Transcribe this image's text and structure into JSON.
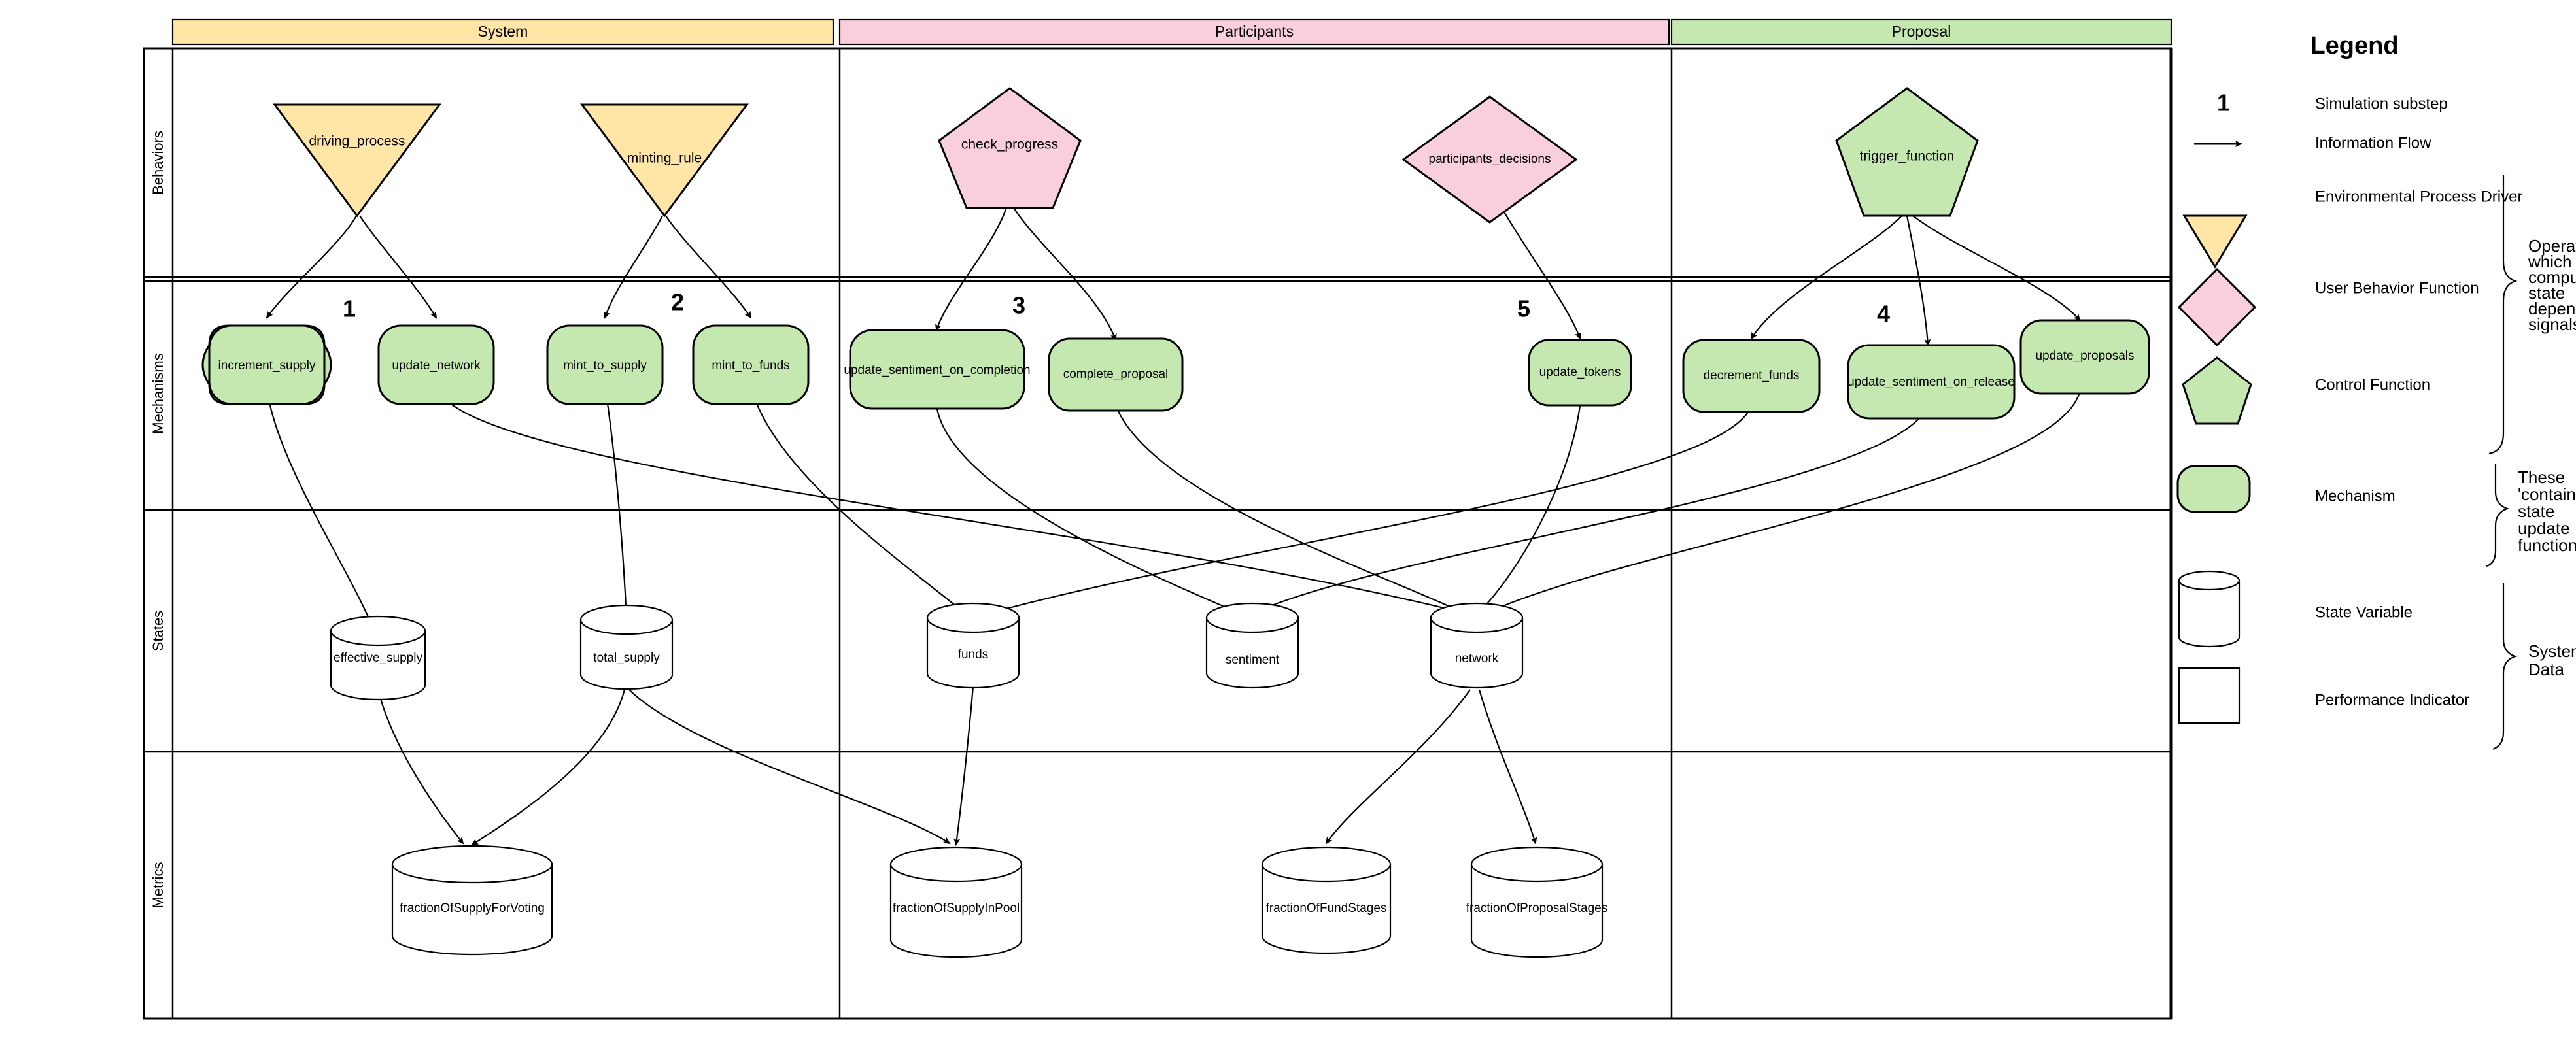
{
  "diagram": {
    "title": "Legend",
    "swimlanes": [
      {
        "id": "system",
        "label": "System",
        "color": "#ffe6a6"
      },
      {
        "id": "participants",
        "label": "Participants",
        "color": "#f9cfdd"
      },
      {
        "id": "proposal",
        "label": "Proposal",
        "color": "#c5e8b0"
      }
    ],
    "rows": [
      {
        "id": "behaviors",
        "label": "Behaviors"
      },
      {
        "id": "mechanisms",
        "label": "Mechanisms"
      },
      {
        "id": "states",
        "label": "States"
      },
      {
        "id": "metrics",
        "label": "Metrics"
      }
    ],
    "step_numbers": [
      "1",
      "2",
      "3",
      "4",
      "5"
    ],
    "behaviors": [
      {
        "name": "driving_process",
        "shape": "triangle-down",
        "lane": "system",
        "fill": "#ffe6a6"
      },
      {
        "name": "minting_rule",
        "shape": "triangle-down",
        "lane": "system",
        "fill": "#ffe6a6"
      },
      {
        "name": "check_progress",
        "shape": "pentagon",
        "lane": "participants",
        "fill": "#f9cfdd"
      },
      {
        "name": "participants_decisions",
        "shape": "diamond",
        "lane": "participants",
        "fill": "#f9cfdd"
      },
      {
        "name": "trigger_function",
        "shape": "pentagon",
        "lane": "proposal",
        "fill": "#c5e8b0"
      }
    ],
    "mechanisms": [
      {
        "name": "increment_supply",
        "lane": "system",
        "step": "1"
      },
      {
        "name": "update_network",
        "lane": "system",
        "step": "1"
      },
      {
        "name": "mint_to_supply",
        "lane": "system",
        "step": "2"
      },
      {
        "name": "mint_to_funds",
        "lane": "system",
        "step": "2"
      },
      {
        "name": "update_sentiment_on_completion",
        "lane": "participants",
        "step": "3"
      },
      {
        "name": "complete_proposal",
        "lane": "participants",
        "step": "3"
      },
      {
        "name": "update_tokens",
        "lane": "participants",
        "step": "5"
      },
      {
        "name": "decrement_funds",
        "lane": "proposal",
        "step": "4"
      },
      {
        "name": "update_sentiment_on_release",
        "lane": "proposal",
        "step": "4"
      },
      {
        "name": "update_proposals",
        "lane": "proposal",
        "step": "4"
      }
    ],
    "states": [
      {
        "name": "effective_supply",
        "lane": "system"
      },
      {
        "name": "total_supply",
        "lane": "system"
      },
      {
        "name": "funds",
        "lane": "participants"
      },
      {
        "name": "sentiment",
        "lane": "participants"
      },
      {
        "name": "network",
        "lane": "participants"
      }
    ],
    "metrics": [
      {
        "name": "fractionOfSupplyForVoting",
        "lane": "system"
      },
      {
        "name": "fractionOfSupplyInPool",
        "lane": "participants"
      },
      {
        "name": "fractionOfFundStages",
        "lane": "participants"
      },
      {
        "name": "fractionOfProposalStages",
        "lane": "participants"
      }
    ],
    "legend": {
      "items": [
        {
          "glyph": "number",
          "symbol": "1",
          "label": "Simulation substep"
        },
        {
          "glyph": "arrow",
          "symbol": "",
          "label": "Information Flow"
        },
        {
          "glyph": "triangle-down",
          "symbol": "",
          "label": "Environmental Process Driver",
          "fill": "#ffe6a6"
        },
        {
          "glyph": "diamond",
          "symbol": "",
          "label": "User Behavior Function",
          "fill": "#f9cfdd"
        },
        {
          "glyph": "pentagon",
          "symbol": "",
          "label": "Control Function",
          "fill": "#c5e8b0"
        },
        {
          "glyph": "mechanism",
          "symbol": "",
          "label": "Mechanism",
          "fill": "#c5e8b0"
        },
        {
          "glyph": "cylinder",
          "symbol": "",
          "label": "State Variable",
          "fill": "#ffffff"
        },
        {
          "glyph": "rectangle",
          "symbol": "",
          "label": "Performance Indicator",
          "fill": "#ffffff"
        }
      ],
      "braces": [
        {
          "id": "operators",
          "lines": [
            "Operators",
            "which",
            "computes",
            "state",
            "dependent",
            "signals"
          ]
        },
        {
          "id": "contain",
          "lines": [
            "These",
            "'contain'",
            "state",
            "update",
            "functions"
          ]
        },
        {
          "id": "system-data",
          "lines": [
            "System",
            "Data"
          ]
        }
      ]
    }
  }
}
